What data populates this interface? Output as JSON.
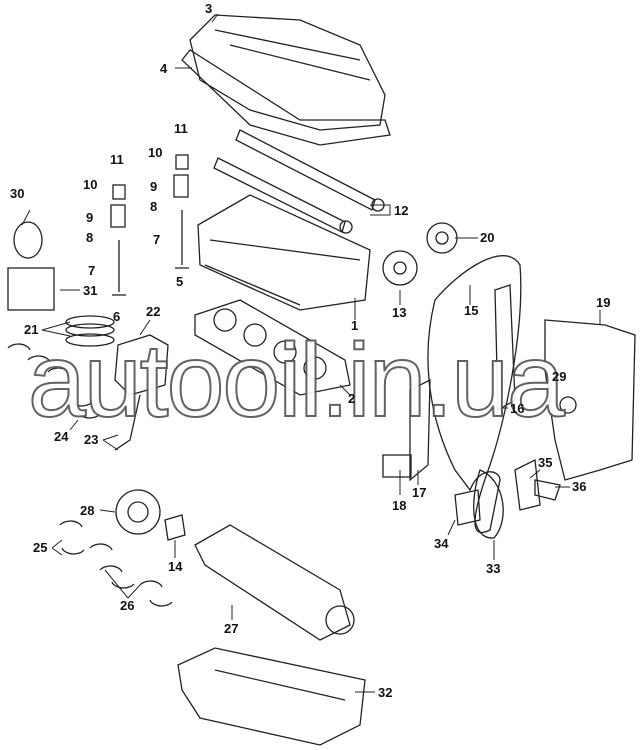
{
  "watermark": "autooil.in.ua",
  "callouts": {
    "c1": "1",
    "c2": "2",
    "c3": "3",
    "c4": "4",
    "c5": "5",
    "c6": "6",
    "c7a": "7",
    "c7b": "7",
    "c8a": "8",
    "c8b": "8",
    "c9a": "9",
    "c9b": "9",
    "c10a": "10",
    "c10b": "10",
    "c11a": "11",
    "c11b": "11",
    "c12": "12",
    "c13": "13",
    "c14": "14",
    "c15": "15",
    "c16": "16",
    "c17": "17",
    "c18": "18",
    "c19": "19",
    "c20": "20",
    "c21": "21",
    "c22": "22",
    "c23": "23",
    "c24": "24",
    "c25": "25",
    "c26": "26",
    "c27": "27",
    "c28": "28",
    "c29": "29",
    "c30": "30",
    "c31": "31",
    "c32": "32",
    "c33": "33",
    "c34": "34",
    "c35": "35",
    "c36": "36"
  }
}
